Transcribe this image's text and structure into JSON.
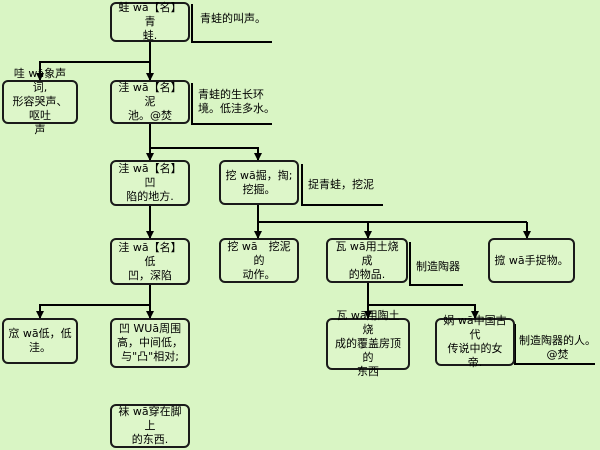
{
  "nodes": {
    "wa_frog": "蛙 wā【名】青\n蛙.",
    "wa_onomat": "哇 wā象声词,\n形容哭声、呕吐\n声",
    "wa_mud": "洼 wā【名】泥\n池。@焚",
    "wa_hollow": "洼 wā【名】凹\n陷的地方.",
    "wa_dig": "挖 wā掘，掏;\n挖掘。",
    "wa_low": "洼 wā【名】低\n凹，深陷",
    "wa_dig_action": "挖 wā　挖泥的\n动作。",
    "wa_tile_clay": "瓦 wā用土烧成\n的物品.",
    "wa_grab": "搲 wā手捉物。",
    "wa_low_adj": "窊 wā低，低\n洼。",
    "wa_concave": "凹 WUā周围\n高，中间低，\n与\"凸\"相对;",
    "wa_roof_tile": "瓦 wā用陶土烧\n成的覆盖房顶的\n东西",
    "wa_goddess": "娲 wā中国古代\n传说中的女帝.",
    "wa_sock": "袜 wā穿在脚上\n的东西."
  },
  "notes": {
    "frog_call": "青蛙的叫声。",
    "frog_habitat": "青蛙的生长环\n境。低洼多水。",
    "catch_frog": "捉青蛙，挖泥",
    "make_pottery": "制造陶器",
    "potter": "制造陶器的人。\n@焚"
  },
  "colors": {
    "background": "#d9f5c4",
    "node_fill": "#ddf6c9",
    "line": "#000000"
  }
}
